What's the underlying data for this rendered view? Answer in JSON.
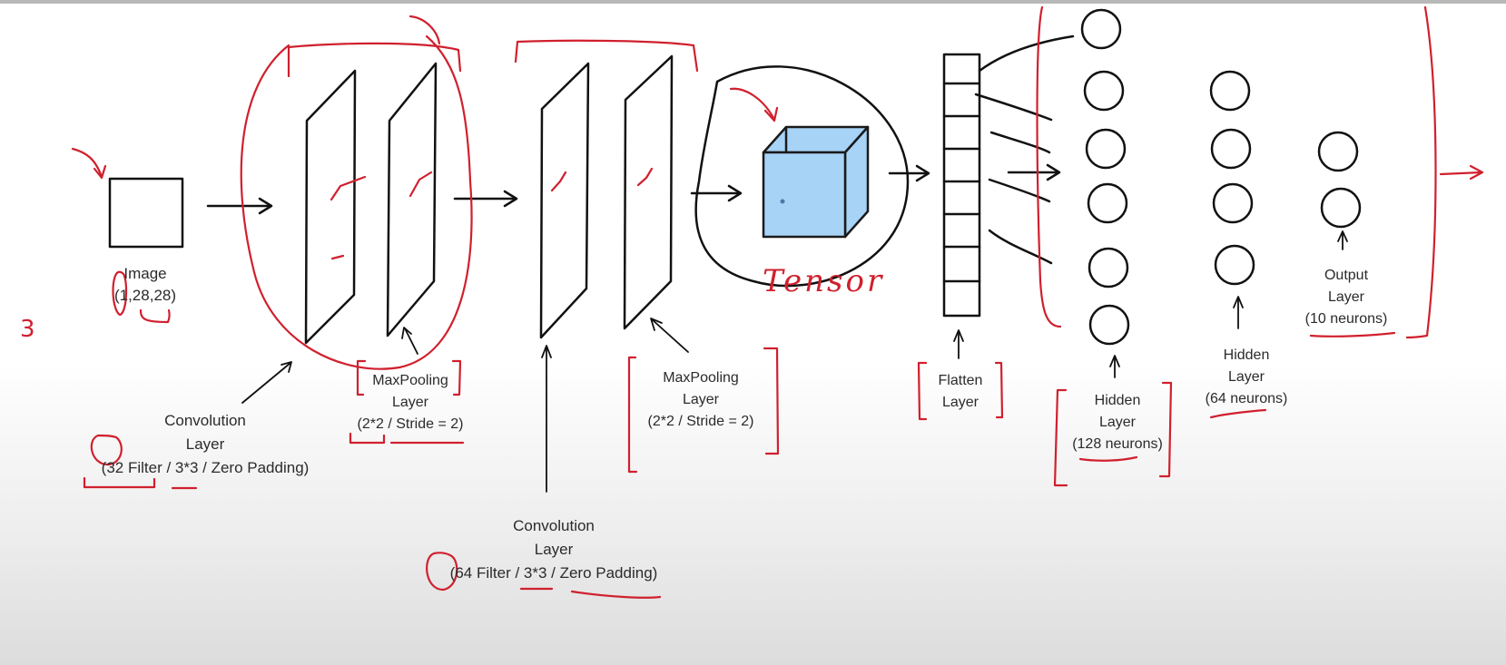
{
  "image_label": {
    "line1": "Image",
    "line2": "(1,28,28)"
  },
  "conv1_label": {
    "line1": "Convolution",
    "line2": "Layer",
    "line3": "(32 Filter / 3*3 / Zero Padding)"
  },
  "pool1_label": {
    "line1": "MaxPooling",
    "line2": "Layer",
    "line3": "(2*2 / Stride = 2)"
  },
  "conv2_label": {
    "line1": "Convolution",
    "line2": "Layer",
    "line3": "(64 Filter / 3*3 / Zero Padding)"
  },
  "pool2_label": {
    "line1": "MaxPooling",
    "line2": "Layer",
    "line3": "(2*2 / Stride = 2)"
  },
  "flatten_label": {
    "line1": "Flatten",
    "line2": "Layer"
  },
  "hidden1_label": {
    "line1": "Hidden",
    "line2": "Layer",
    "line3": "(128 neurons)"
  },
  "hidden2_label": {
    "line1": "Hidden",
    "line2": "Layer",
    "line3": "(64 neurons)"
  },
  "output_label": {
    "line1": "Output",
    "line2": "Layer",
    "line3": "(10 neurons)"
  },
  "annotations": {
    "tensor": "Tensor",
    "side_number": "3"
  },
  "colors": {
    "ink": "#111111",
    "annotation_red": "#d0202e",
    "tensor_fill": "#a7d3f7",
    "tensor_stroke": "#1a1a1a"
  }
}
